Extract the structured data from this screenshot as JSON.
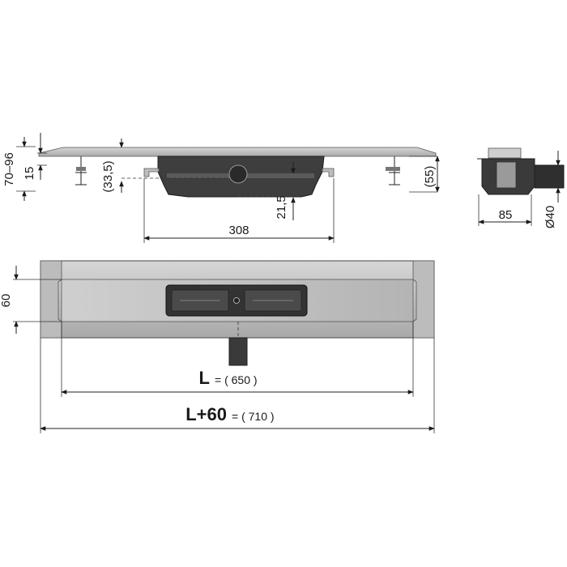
{
  "side_view": {
    "height_range": "70–96",
    "edge_height": "15",
    "body_depth": "(33,5)",
    "outlet_height": "21,5",
    "body_width": "308",
    "total_height": "(55)"
  },
  "end_view": {
    "width": "85",
    "outlet_diameter": "Ø40"
  },
  "top_view": {
    "channel_width": "60",
    "length_label": "L",
    "length_value": "= ( 650 )",
    "total_length_label": "L+60",
    "total_length_value": "= ( 710 )"
  },
  "colors": {
    "ink": "#1a1a1a",
    "steel_light": "#c8c8c8",
    "steel_mid": "#a8a8a8",
    "body_dark": "#3a3a3a"
  }
}
